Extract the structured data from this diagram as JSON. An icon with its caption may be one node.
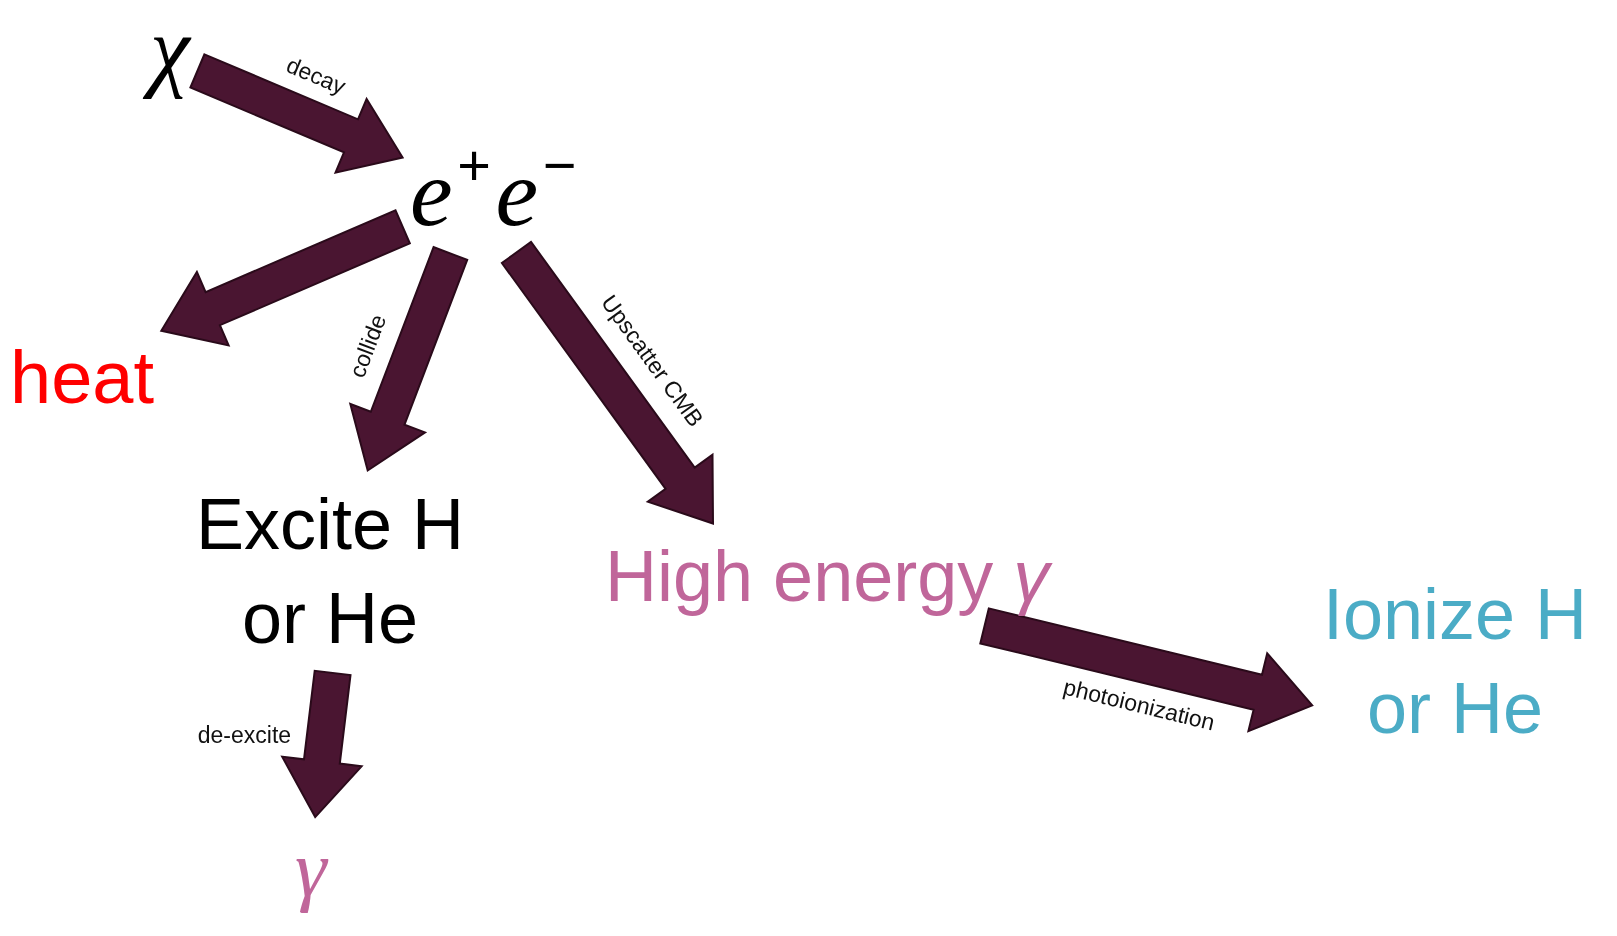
{
  "diagram": {
    "nodes": [
      {
        "text": [
          "χ"
        ]
      },
      {
        "text": [
          "e$^{+}$e$^{−}$"
        ]
      },
      {
        "text": [
          "heat"
        ]
      },
      {
        "text": [
          "Excite H or He"
        ]
      },
      {
        "text": [
          "High energy *γ*"
        ]
      },
      {
        "text": [
          "γ"
        ]
      },
      {
        "text": [
          "Ionize H or He"
        ]
      }
    ],
    "edges": [
      {
        "from": 0,
        "to": 1,
        "arrow": "to",
        "label": "decay"
      },
      {
        "from": 1,
        "to": 2,
        "arrow": "to"
      },
      {
        "from": 1,
        "to": 3,
        "arrow": "to",
        "label": "collide"
      },
      {
        "from": 1,
        "to": 4,
        "arrow": "to",
        "label": "Upscatter CMB"
      },
      {
        "from": 3,
        "to": 5,
        "arrow": "to",
        "label": "de-excite"
      },
      {
        "from": 4,
        "to": 6,
        "arrow": "to",
        "label": "photoionization"
      }
    ]
  }
}
